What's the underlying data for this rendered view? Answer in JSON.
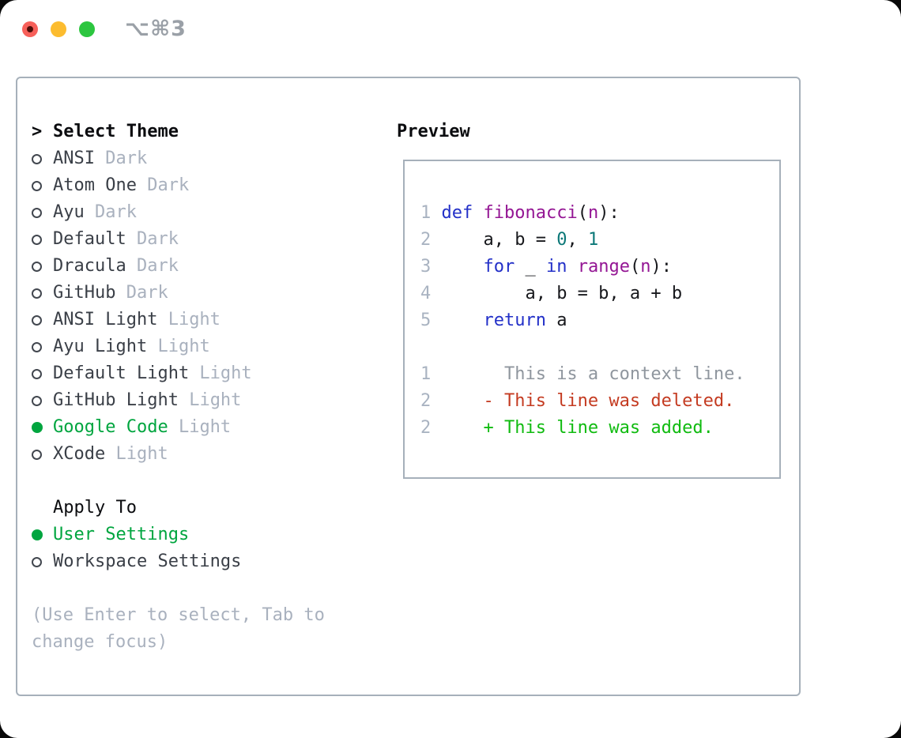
{
  "titlebar": {
    "shortcut": "⌥⌘3"
  },
  "colors": {
    "dot-red": "#f7605a",
    "dot-red-core": "#4d0e09",
    "dot-yellow": "#fcbc2f",
    "dot-green": "#2cc63f",
    "shortcut-gray": "#9aa0a7",
    "border-gray": "#a6b0ba",
    "black": "#0b0c0f",
    "text-dark": "#3a3f47",
    "muted": "#a9b1be",
    "radio-stroke": "#42474f",
    "accent-green": "#00a53f",
    "added-green": "#10bb10",
    "deleted-red": "#c43b21",
    "kw-blue": "#2330c8",
    "name-purple": "#941694",
    "lit-teal": "#0c7878",
    "pln": "#17181c",
    "ln-gray": "#a9b3c1",
    "ctx-gray": "#8f969e"
  },
  "menu": {
    "rows": [
      {
        "type": "header",
        "marker": ">",
        "label": "Select Theme"
      },
      {
        "type": "option",
        "group": "theme",
        "state": "off",
        "name": "ANSI",
        "suffix": "Dark"
      },
      {
        "type": "option",
        "group": "theme",
        "state": "off",
        "name": "Atom One",
        "suffix": "Dark"
      },
      {
        "type": "option",
        "group": "theme",
        "state": "off",
        "name": "Ayu",
        "suffix": "Dark"
      },
      {
        "type": "option",
        "group": "theme",
        "state": "off",
        "name": "Default",
        "suffix": "Dark"
      },
      {
        "type": "option",
        "group": "theme",
        "state": "off",
        "name": "Dracula",
        "suffix": "Dark"
      },
      {
        "type": "option",
        "group": "theme",
        "state": "off",
        "name": "GitHub",
        "suffix": "Dark"
      },
      {
        "type": "option",
        "group": "theme",
        "state": "off",
        "name": "ANSI Light",
        "suffix": "Light"
      },
      {
        "type": "option",
        "group": "theme",
        "state": "off",
        "name": "Ayu Light",
        "suffix": "Light"
      },
      {
        "type": "option",
        "group": "theme",
        "state": "off",
        "name": "Default Light",
        "suffix": "Light"
      },
      {
        "type": "option",
        "group": "theme",
        "state": "off",
        "name": "GitHub Light",
        "suffix": "Light"
      },
      {
        "type": "option",
        "group": "theme",
        "state": "on",
        "name": "Google Code",
        "suffix": "Light"
      },
      {
        "type": "option",
        "group": "theme",
        "state": "off",
        "name": "XCode",
        "suffix": "Light"
      },
      {
        "type": "spacer"
      },
      {
        "type": "label",
        "label": "Apply To"
      },
      {
        "type": "option",
        "group": "apply",
        "state": "on",
        "name": "User Settings"
      },
      {
        "type": "option",
        "group": "apply",
        "state": "off",
        "name": "Workspace Settings"
      },
      {
        "type": "spacer"
      },
      {
        "type": "hint",
        "label": "(Use Enter to select, Tab to"
      },
      {
        "type": "hint",
        "label": "change focus)"
      }
    ]
  },
  "preview": {
    "title": "Preview",
    "lines": [
      {
        "kind": "code",
        "num": "1",
        "segments": [
          {
            "t": " ",
            "c": "pln"
          },
          {
            "t": "def",
            "c": "kw"
          },
          {
            "t": " ",
            "c": "pln"
          },
          {
            "t": "fibonacci",
            "c": "fn"
          },
          {
            "t": "(",
            "c": "pln"
          },
          {
            "t": "n",
            "c": "fn"
          },
          {
            "t": "):",
            "c": "pln"
          }
        ]
      },
      {
        "kind": "code",
        "num": "2",
        "segments": [
          {
            "t": "     a, b = ",
            "c": "pln"
          },
          {
            "t": "0",
            "c": "lit"
          },
          {
            "t": ", ",
            "c": "pln"
          },
          {
            "t": "1",
            "c": "lit"
          }
        ]
      },
      {
        "kind": "code",
        "num": "3",
        "segments": [
          {
            "t": "     ",
            "c": "pln"
          },
          {
            "t": "for",
            "c": "kw"
          },
          {
            "t": " _ ",
            "c": "pln"
          },
          {
            "t": "in",
            "c": "kw"
          },
          {
            "t": " ",
            "c": "pln"
          },
          {
            "t": "range",
            "c": "fn"
          },
          {
            "t": "(",
            "c": "pln"
          },
          {
            "t": "n",
            "c": "fn"
          },
          {
            "t": "):",
            "c": "pln"
          }
        ]
      },
      {
        "kind": "code",
        "num": "4",
        "segments": [
          {
            "t": "         a, b = b, a + b",
            "c": "pln"
          }
        ]
      },
      {
        "kind": "code",
        "num": "5",
        "segments": [
          {
            "t": "     ",
            "c": "pln"
          },
          {
            "t": "return",
            "c": "kw"
          },
          {
            "t": " a",
            "c": "pln"
          }
        ]
      },
      {
        "kind": "spacer"
      },
      {
        "kind": "context",
        "num": "1",
        "segments": [
          {
            "t": "       This is a context line.",
            "c": "ctx"
          }
        ]
      },
      {
        "kind": "deleted",
        "num": "2",
        "segments": [
          {
            "t": "     - This line was deleted.",
            "c": "del"
          }
        ]
      },
      {
        "kind": "added",
        "num": "2",
        "segments": [
          {
            "t": "     + This line was added.",
            "c": "add"
          }
        ]
      }
    ]
  }
}
